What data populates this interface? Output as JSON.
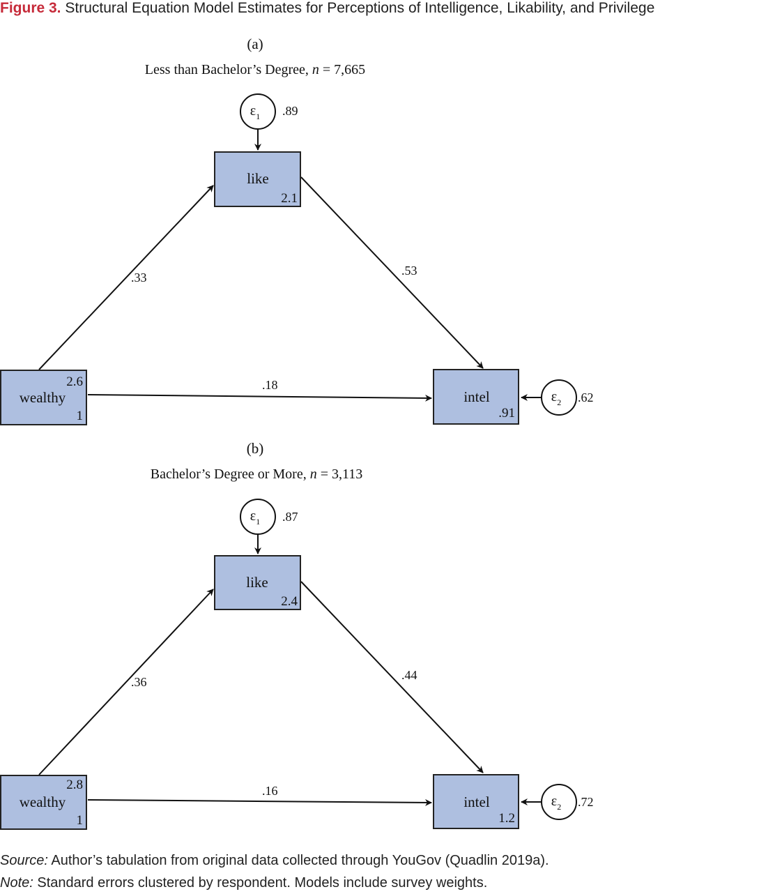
{
  "caption": {
    "label": "Figure 3.",
    "text": "Structural Equation Model Estimates for Perceptions of Intelligence, Likability, and Privilege"
  },
  "panels": [
    {
      "letter": "(a)",
      "subtitle_prefix": "Less than Bachelor’s Degree, ",
      "subtitle_n": "n",
      "subtitle_suffix": " = 7,665",
      "nodes": {
        "like": {
          "label": "like",
          "intercept": "2.1"
        },
        "intel": {
          "label": "intel",
          "intercept": ".91"
        },
        "wealthy": {
          "label": "wealthy",
          "mean": "2.6",
          "variance": "1"
        }
      },
      "errors": {
        "e1": {
          "symbol": "ε",
          "index": "1",
          "value": ".89"
        },
        "e2": {
          "symbol": "ε",
          "index": "2",
          "value": ".62"
        }
      },
      "paths": {
        "wealthy_like": ".33",
        "like_intel": ".53",
        "wealthy_intel": ".18"
      }
    },
    {
      "letter": "(b)",
      "subtitle_prefix": "Bachelor’s Degree or More, ",
      "subtitle_n": "n",
      "subtitle_suffix": " = 3,113",
      "nodes": {
        "like": {
          "label": "like",
          "intercept": "2.4"
        },
        "intel": {
          "label": "intel",
          "intercept": "1.2"
        },
        "wealthy": {
          "label": "wealthy",
          "mean": "2.8",
          "variance": "1"
        }
      },
      "errors": {
        "e1": {
          "symbol": "ε",
          "index": "1",
          "value": ".87"
        },
        "e2": {
          "symbol": "ε",
          "index": "2",
          "value": ".72"
        }
      },
      "paths": {
        "wealthy_like": ".36",
        "like_intel": ".44",
        "wealthy_intel": ".16"
      }
    }
  ],
  "notes": {
    "source_label": "Source:",
    "source_text": " Author’s tabulation from original data collected through YouGov (Quadlin 2019a).",
    "note_label": "Note:",
    "note_text": " Standard errors clustered by respondent. Models include survey weights."
  },
  "colors": {
    "box_fill": "#aebfe0",
    "box_stroke": "#222222",
    "caption_accent": "#c62b3a"
  }
}
